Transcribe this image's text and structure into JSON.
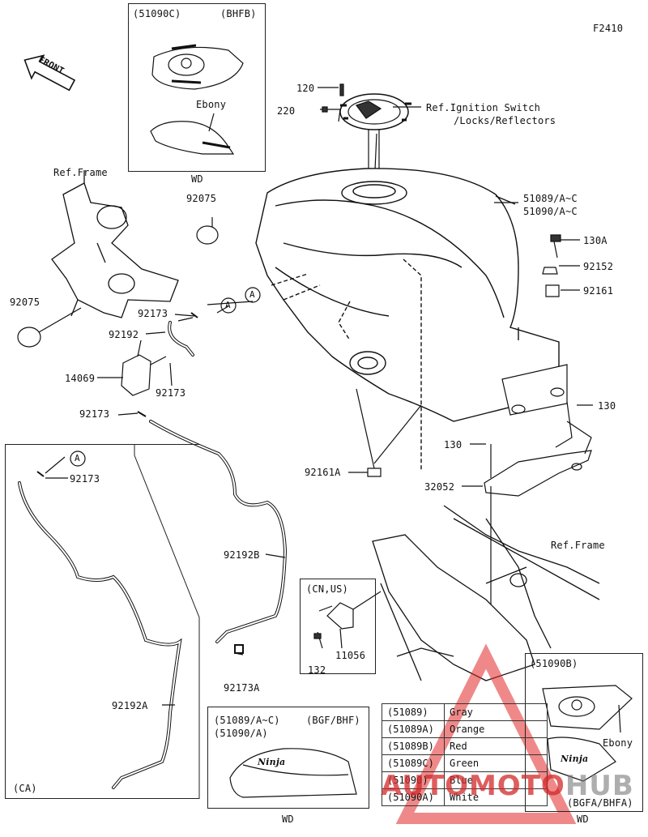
{
  "page": {
    "figure_code": "F2410",
    "front_label": "FRONT"
  },
  "callouts": {
    "c51090c": "(51090C)",
    "bhfb": "(BHFB)",
    "ebony_top": "Ebony",
    "wd_top": "WD",
    "ref_frame_left": "Ref.Frame",
    "p92075_a": "92075",
    "p92075_b": "92075",
    "p120": "120",
    "p220": "220",
    "ref_ignition_1": "Ref.Ignition Switch",
    "ref_ignition_2": "/Locks/Reflectors",
    "p51089": "51089/A~C",
    "p51090": "51090/A~C",
    "p130a": "130A",
    "p92152": "92152",
    "p92161": "92161",
    "p130_a": "130",
    "p130_b": "130",
    "p92173_a": "92173",
    "p92192": "92192",
    "p14069": "14069",
    "p92173_b": "92173",
    "p92173_c": "92173",
    "p92173_d": "92173",
    "p92161a": "92161A",
    "p32052": "32052",
    "ref_frame_right": "Ref.Frame",
    "p92192b": "92192B",
    "cn_us": "(CN,US)",
    "p11056": "11056",
    "p132": "132",
    "p92173a": "92173A",
    "p92192a": "92192A",
    "ca": "(CA)",
    "bottom_box_1": "(51089/A~C)",
    "bottom_box_2": "(51090/A)",
    "bgf_bhf": "(BGF/BHF)",
    "wd_bottom": "WD",
    "c51090b": "(51090B)",
    "ebony_right": "Ebony",
    "bgfa_bhfa": "(BGFA/BHFA)",
    "wd_right": "WD",
    "ref_a": "A"
  },
  "color_table": [
    {
      "code": "(51089)",
      "color": "Gray"
    },
    {
      "code": "(51089A)",
      "color": "Orange"
    },
    {
      "code": "(51089B)",
      "color": "Red"
    },
    {
      "code": "(51089C)",
      "color": "Green"
    },
    {
      "code": "(51090)",
      "color": "Blue"
    },
    {
      "code": "(51090A)",
      "color": "White"
    }
  ],
  "watermark": {
    "part1": "AUTOMOTO",
    "part2": "HUB"
  },
  "logo_text": "Ninja"
}
